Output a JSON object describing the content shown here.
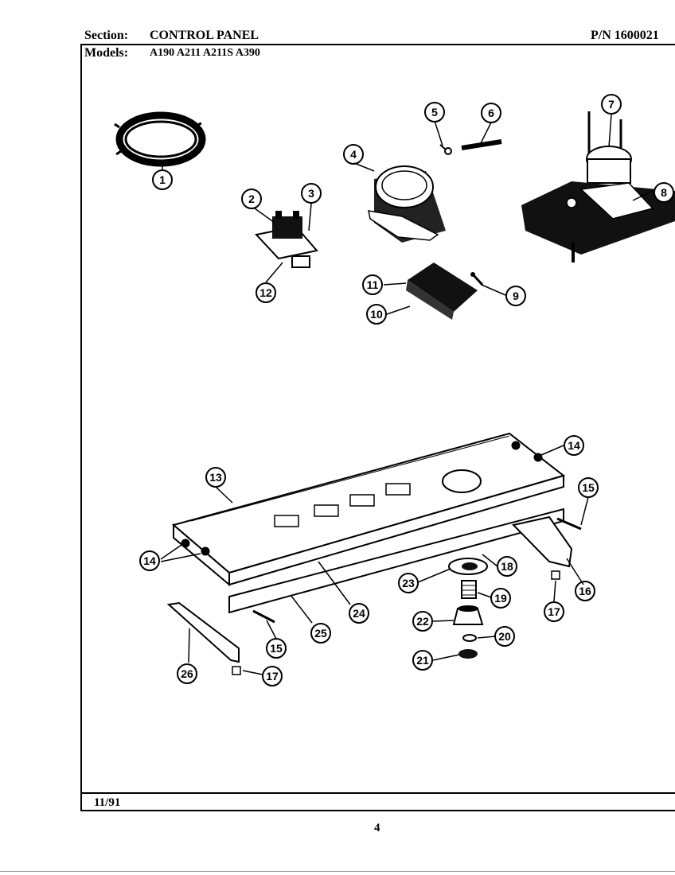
{
  "header": {
    "section_label": "Section:",
    "section_value": "CONTROL PANEL",
    "pn": "P/N 1600021",
    "models_label": "Models:",
    "models_value": "A190  A211  A211S  A390"
  },
  "footer": {
    "date": "11/91",
    "page_number": "4"
  },
  "callouts": [
    "1",
    "2",
    "3",
    "4",
    "5",
    "6",
    "7",
    "8",
    "9",
    "10",
    "11",
    "12",
    "13",
    "14",
    "15",
    "16",
    "17",
    "18",
    "19",
    "20",
    "21",
    "22",
    "23",
    "24",
    "25",
    "26"
  ]
}
